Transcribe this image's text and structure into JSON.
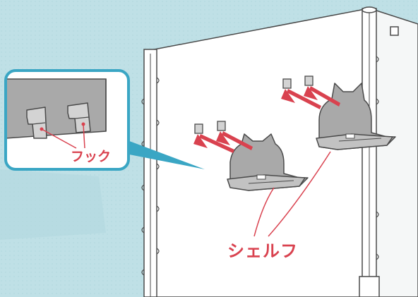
{
  "labels": {
    "hook": "フック",
    "shelf": "シェルフ"
  },
  "colors": {
    "background": "#bfe0e6",
    "panel": "#ffffff",
    "line": "#4a4a4a",
    "shelf_fill": "#a9a9a9",
    "hook_fill": "#d3d3d3",
    "arrow": "#d9424f",
    "callout_border": "#3aa6c4"
  },
  "icons": [
    "hook-icon",
    "shelf-icon",
    "arrow-icon",
    "callout-lens"
  ]
}
